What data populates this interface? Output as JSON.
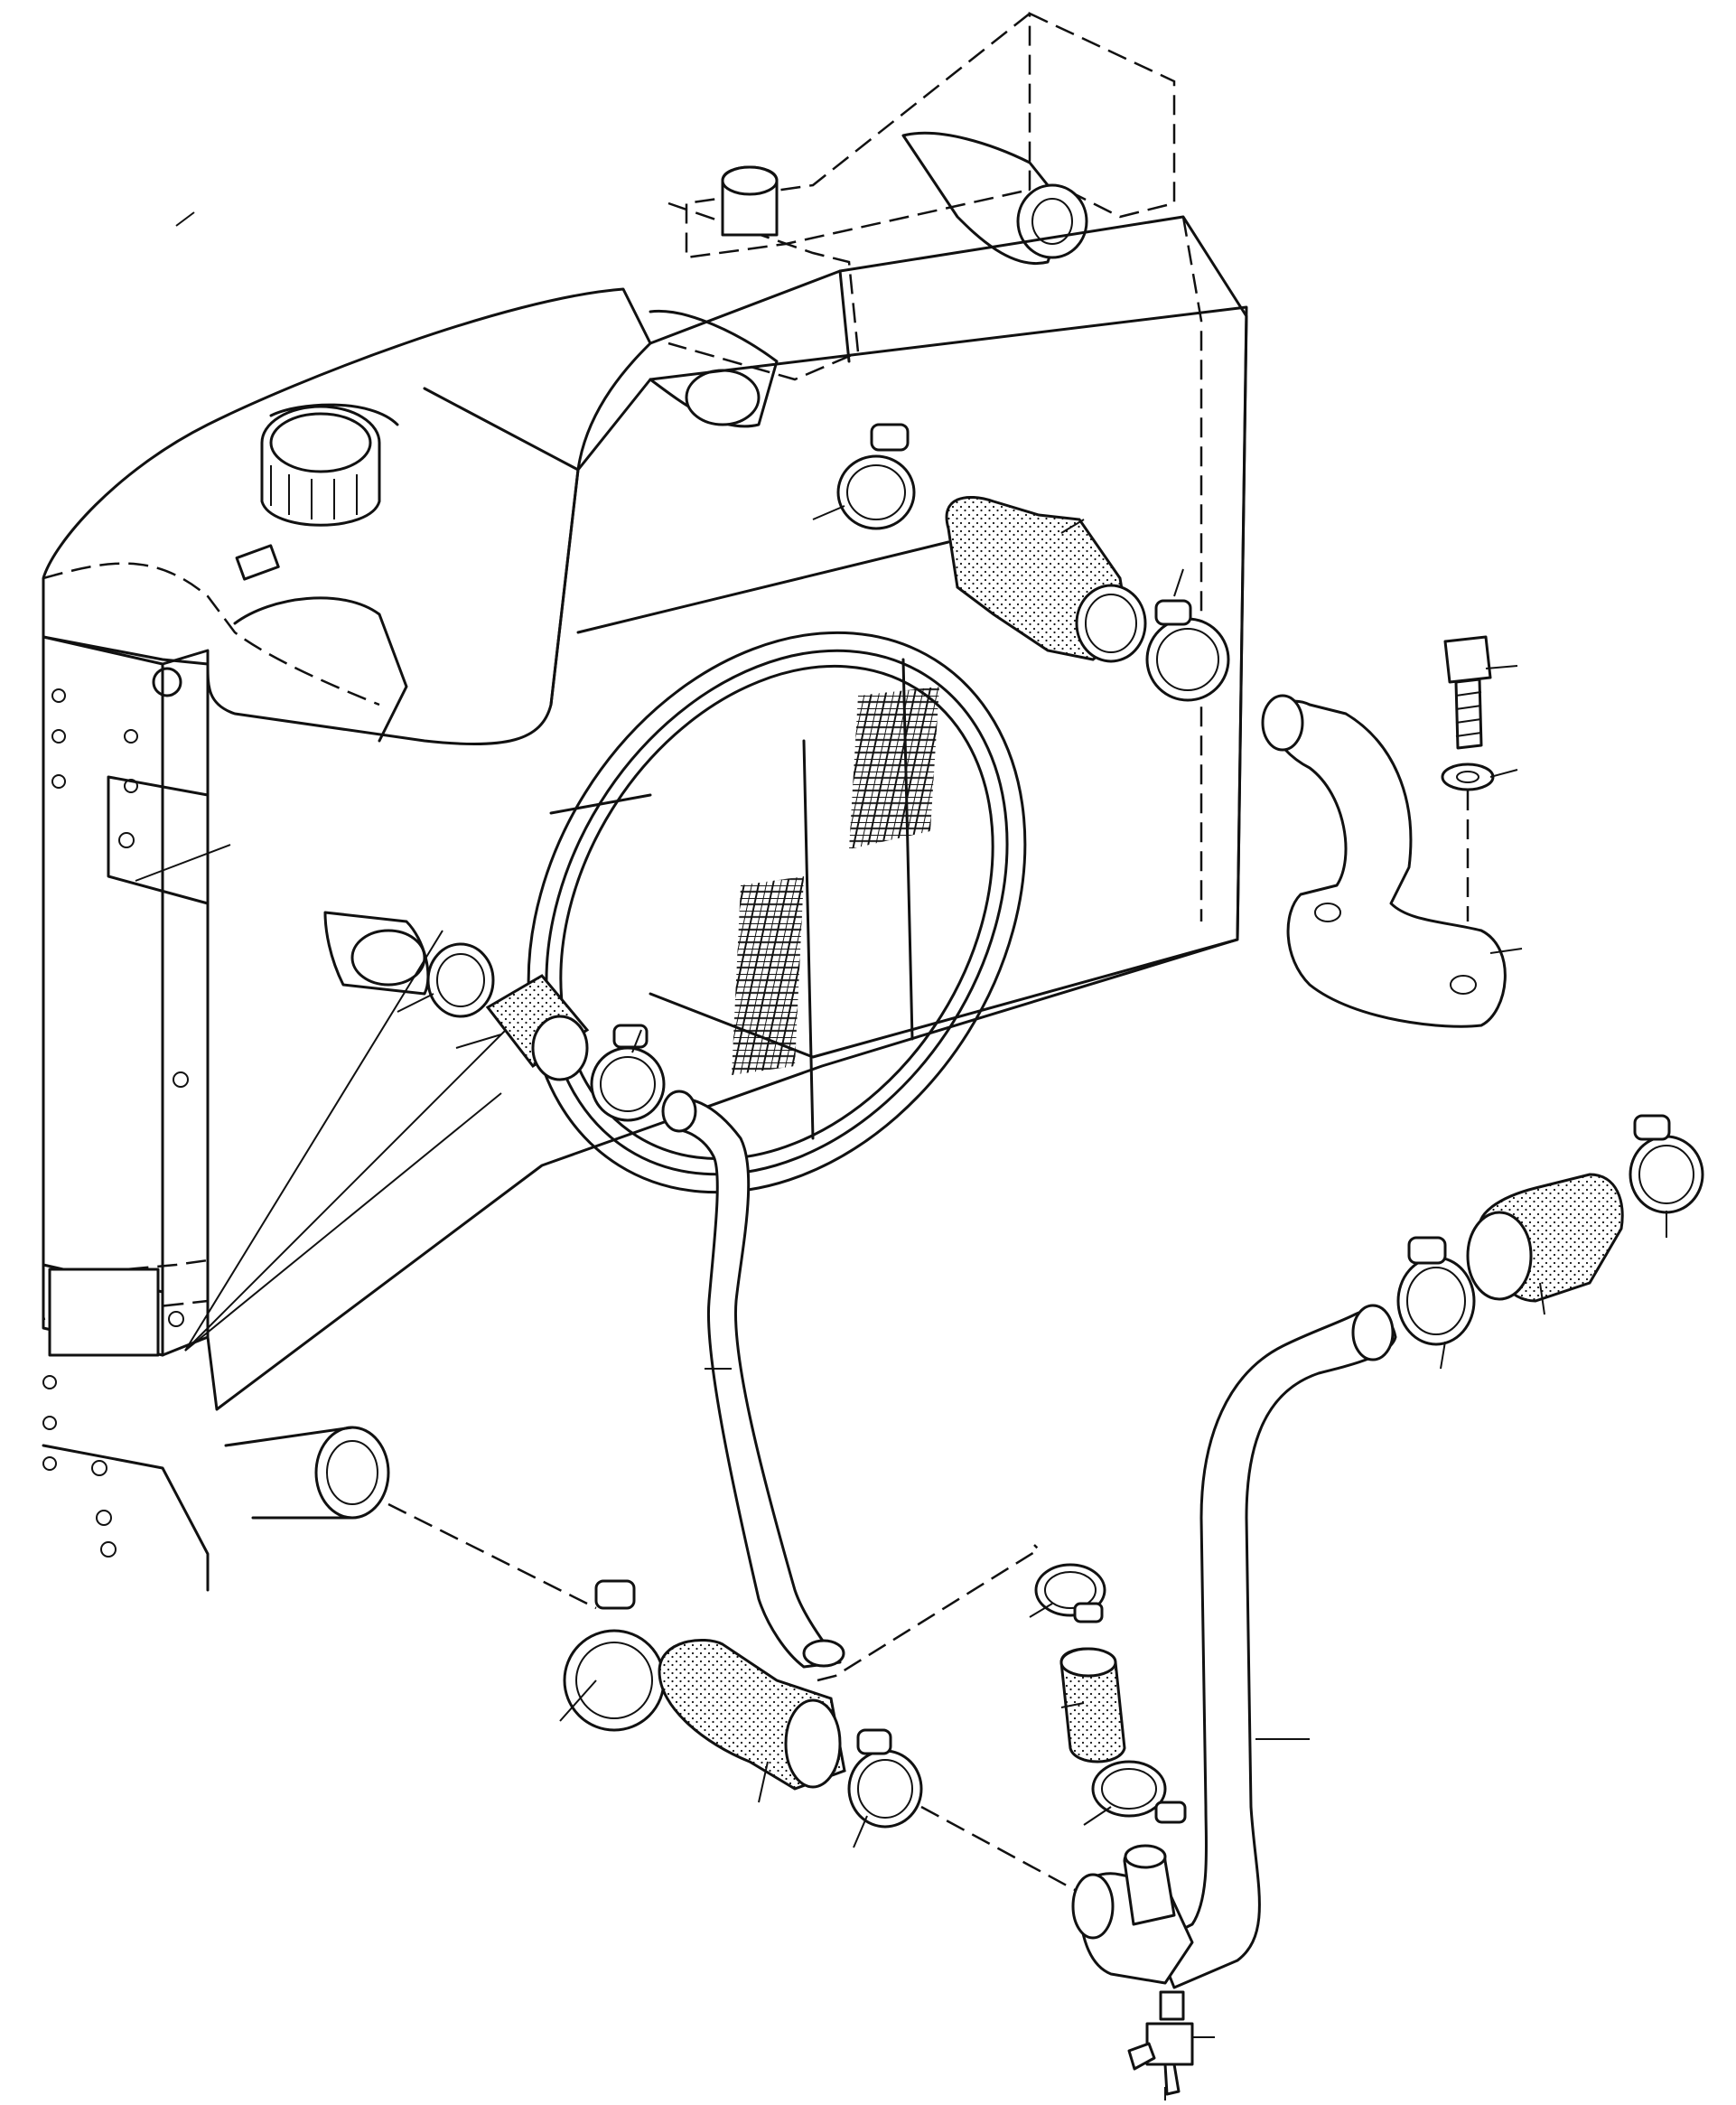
{
  "diagram": {
    "type": "exploded-parts-drawing",
    "subject_icon": "radiator-cooling-system-icon",
    "line_color": "#111111",
    "background": "#ffffff",
    "callouts": [
      {
        "id": "c01",
        "label": ""
      },
      {
        "id": "c02",
        "label": ""
      },
      {
        "id": "c03",
        "label": ""
      },
      {
        "id": "c04",
        "label": ""
      },
      {
        "id": "c05",
        "label": ""
      },
      {
        "id": "c06",
        "label": ""
      },
      {
        "id": "c07",
        "label": ""
      },
      {
        "id": "c08",
        "label": ""
      },
      {
        "id": "c09",
        "label": ""
      },
      {
        "id": "c10",
        "label": ""
      },
      {
        "id": "c11",
        "label": ""
      },
      {
        "id": "c12",
        "label": ""
      },
      {
        "id": "c13",
        "label": ""
      },
      {
        "id": "c14",
        "label": ""
      },
      {
        "id": "c15",
        "label": ""
      },
      {
        "id": "c16",
        "label": ""
      },
      {
        "id": "c17",
        "label": ""
      },
      {
        "id": "c18",
        "label": ""
      },
      {
        "id": "c19",
        "label": ""
      },
      {
        "id": "c20",
        "label": ""
      },
      {
        "id": "c21",
        "label": ""
      },
      {
        "id": "c22",
        "label": ""
      },
      {
        "id": "c23",
        "label": ""
      },
      {
        "id": "c24",
        "label": ""
      },
      {
        "id": "c25",
        "label": ""
      }
    ]
  }
}
